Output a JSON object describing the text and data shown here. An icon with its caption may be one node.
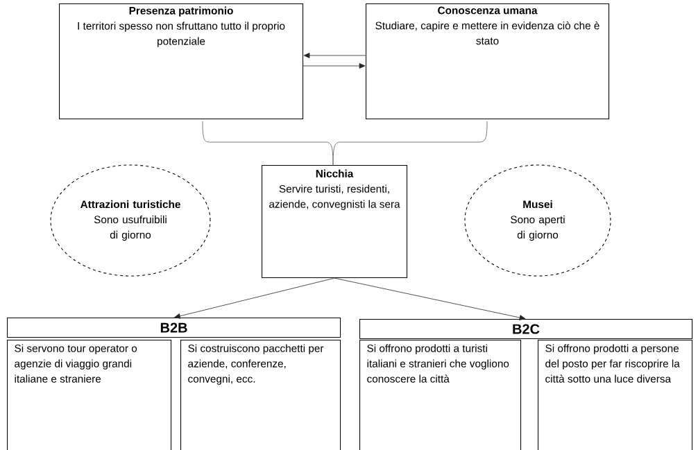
{
  "diagram": {
    "nodes": [
      {
        "text": [
          "Presenza patrimonio",
          "I territori spesso non sfruttano tutto il proprio potenziale"
        ]
      },
      {
        "text": [
          "Conoscenza umana",
          "Studiare, capire e mettere in evidenza ciò che è stato"
        ]
      },
      {
        "text": [
          "Attrazioni turistiche",
          "Sono usufruibili di giorno"
        ]
      },
      {
        "text": [
          "Nicchia",
          "Servire turisti, residenti, aziende, convegnisti la sera"
        ]
      },
      {
        "text": [
          "Musei",
          "Sono aperti di giorno"
        ]
      },
      {
        "text": [
          "B2B"
        ]
      },
      {
        "text": [
          "Si servono tour operator o agenzie di viaggio grandi italiane e straniere"
        ]
      },
      {
        "text": [
          "Si costruiscono pacchetti per aziende, conferenze, convegni, ecc."
        ]
      },
      {
        "text": [
          "B2C"
        ]
      },
      {
        "text": [
          "Si offrono prodotti a turisti italiani e stranieri che vogliono conoscere la città"
        ]
      },
      {
        "text": [
          "Si offrono prodotti a persone del posto per far riscoprire la città sotto una luce diversa"
        ]
      }
    ],
    "edges": [
      {
        "from": 1,
        "to": 0,
        "arrow": "to"
      },
      {
        "from": 0,
        "to": 1,
        "arrow": "to"
      },
      {
        "from": 3,
        "to": 5,
        "arrow": "to"
      },
      {
        "from": 3,
        "to": 8,
        "arrow": "to"
      }
    ]
  }
}
